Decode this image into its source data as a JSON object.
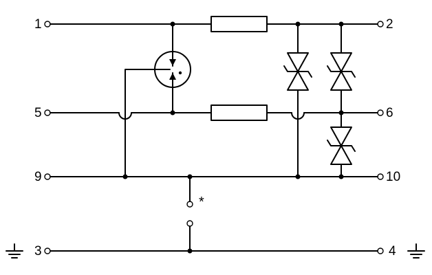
{
  "diagram": {
    "terminals": {
      "t1": "1",
      "t2": "2",
      "t5": "5",
      "t6": "6",
      "t9": "9",
      "t10": "10",
      "t3": "3",
      "t4": "4"
    },
    "note_mark": "*",
    "colors": {
      "stroke": "#000000",
      "background": "#ffffff"
    },
    "components": [
      "resistor-upper",
      "resistor-lower",
      "gas-discharge-tube",
      "tvs-diode-left",
      "tvs-diode-right-upper",
      "tvs-diode-right-lower",
      "ground-symbol-left",
      "ground-symbol-right",
      "spark-gap-open-contacts"
    ]
  }
}
